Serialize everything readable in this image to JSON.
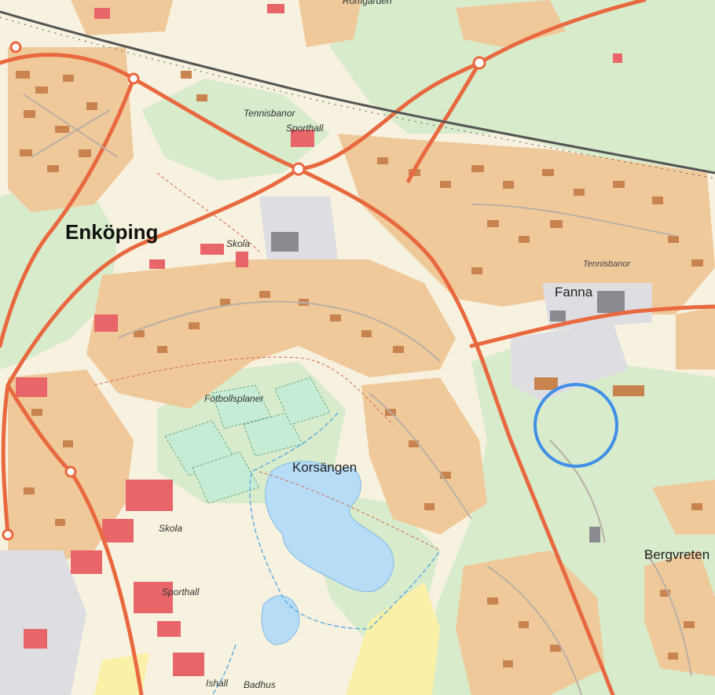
{
  "map": {
    "labels": {
      "town": "Enköping",
      "fanna": "Fanna",
      "korsangen": "Korsängen",
      "bergvreten": "Bergvreten",
      "tennisbanor_top": "Tennisbanor",
      "sporthall_top": "Sporthall",
      "skola_top": "Skola",
      "fotbollsplaner": "Fotbollsplaner",
      "skola_bottom": "Skola",
      "sporthall_bottom": "Sporthall",
      "tennisbanor_right": "Tennisbanor",
      "ishall": "Ishall",
      "badhus": "Badhus",
      "top_edge": "Romgarden"
    },
    "colors": {
      "background": "#f7f1df",
      "forest": "#d8ebcb",
      "residential": "#f0c99b",
      "building": "#c8834e",
      "public_building": "#e8666a",
      "industrial": "#dddde2",
      "road_major": "#e8693f",
      "water": "#b7dcf5",
      "marker": "#3f8fe6"
    },
    "marker": {
      "shape": "circle",
      "color": "#3f8fe6"
    }
  }
}
